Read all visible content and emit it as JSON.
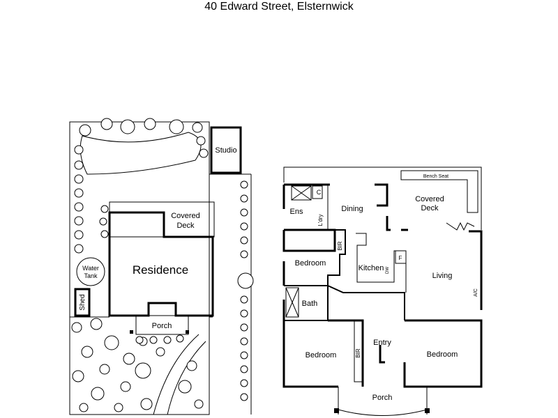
{
  "title": "40 Edward Street, Elsternwick",
  "site_plan": {
    "labels": {
      "studio": "Studio",
      "covered_deck": [
        "Covered",
        "Deck"
      ],
      "residence": "Residence",
      "water_tank": [
        "Water",
        "Tank"
      ],
      "shed": "Shed",
      "porch": "Porch"
    }
  },
  "floor_plan": {
    "labels": {
      "bench_seat": "Bench Seat",
      "covered_deck": [
        "Covered",
        "Deck"
      ],
      "dining": "Dining",
      "ens": "Ens",
      "c": "C",
      "ldry": "L'dry",
      "bir1": "BIR",
      "bedroom1": "Bedroom",
      "kitchen": "Kitchen",
      "f": "F",
      "dw": "DW",
      "living": "Living",
      "ac": "A/C",
      "bath": "Bath",
      "bedroom2": "Bedroom",
      "bir2": "BIR",
      "entry": "Entry",
      "bedroom3": "Bedroom",
      "porch": "Porch"
    }
  }
}
